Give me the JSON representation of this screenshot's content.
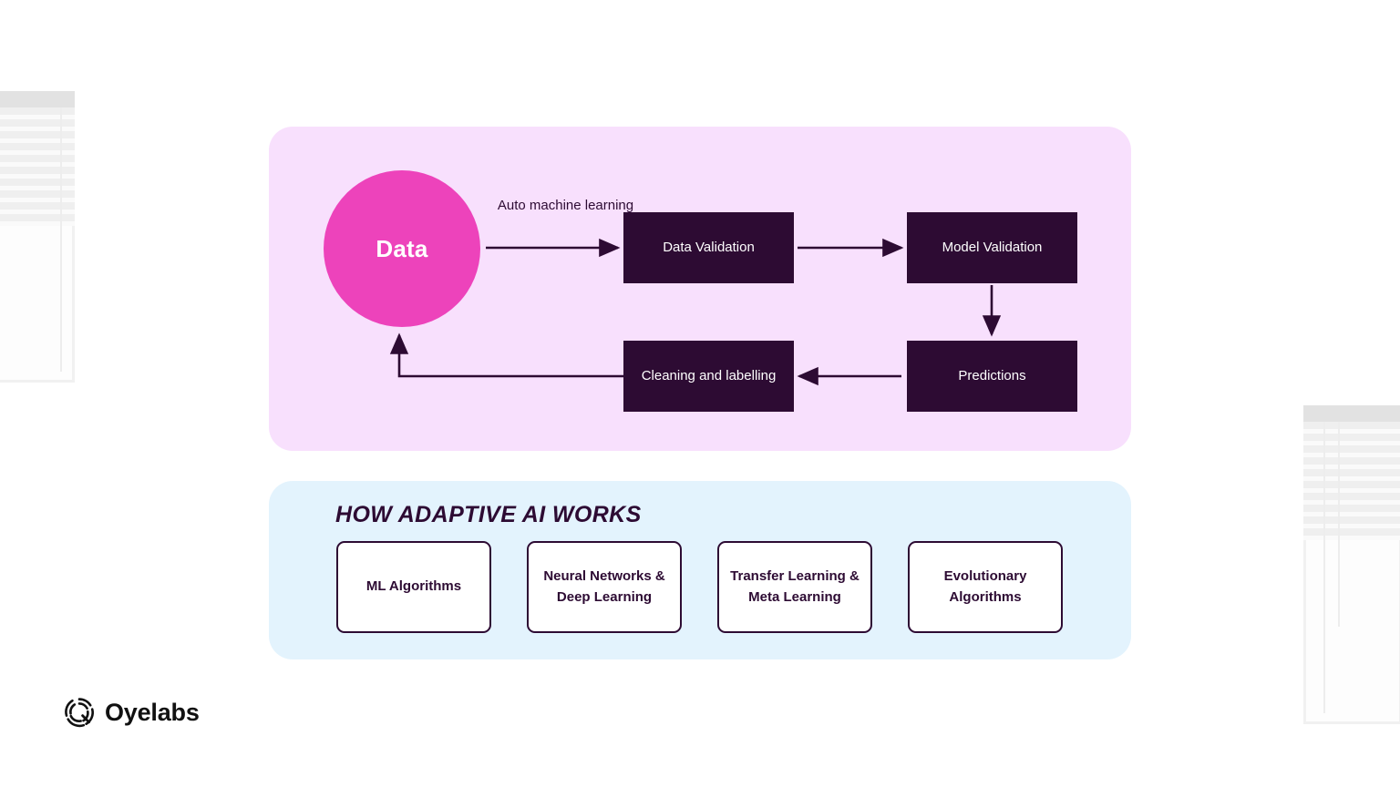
{
  "flow": {
    "nodes": {
      "data": "Data",
      "data_validation": "Data Validation",
      "model_validation": "Model Validation",
      "predictions": "Predictions",
      "cleaning": "Cleaning and labelling"
    },
    "edge_label": "Auto machine learning"
  },
  "info": {
    "title": "HOW ADAPTIVE AI WORKS",
    "cards": [
      {
        "label": "ML Algorithms"
      },
      {
        "label": "Neural Networks & Deep Learning"
      },
      {
        "label": "Transfer Learning & Meta Learning"
      },
      {
        "label": "Evolutionary Algorithms"
      }
    ]
  },
  "brand": {
    "name": "Oyelabs",
    "mark": "oyelabs-swirl-icon"
  },
  "colors": {
    "flow_panel_bg": "#f8e0fd",
    "info_panel_bg": "#e3f3fd",
    "node_fill": "#2d0b33",
    "node_text": "#ffffff",
    "accent_circle": "#ed43bb",
    "arrow": "#2d0b33",
    "card_bg": "#ffffff",
    "card_border": "#2d0b33",
    "page_bg": "#ffffff"
  }
}
